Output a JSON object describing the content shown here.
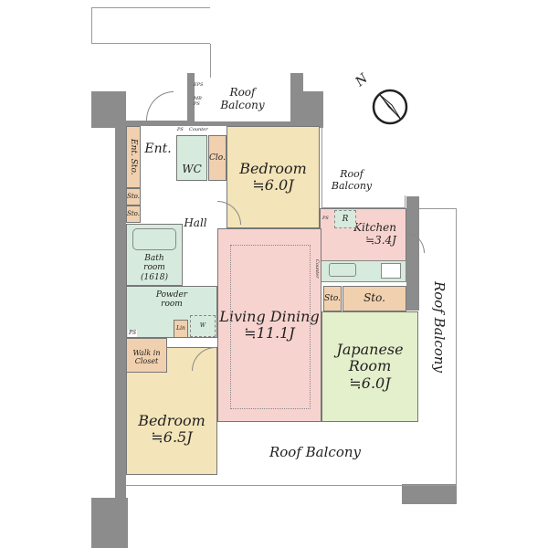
{
  "rooms": {
    "roof_balcony_top": "Roof Balcony",
    "entrance": "Ent.",
    "ent_storage": "Ent. Sto.",
    "wc": "WC",
    "closet": "Clo.",
    "bedroom1": {
      "name": "Bedroom",
      "size": "≒6.0J"
    },
    "roof_balcony_corner": "Roof Balcony",
    "storage1": "Sto.",
    "storage2": "Sto.",
    "hall": "Hall",
    "kitchen": {
      "name": "Kitchen",
      "size": "≒3.4J"
    },
    "fridge": "R",
    "bathroom": "Bath room (1618)",
    "powder_room": "Powder room",
    "linen": "Lin",
    "washer": "W",
    "living_dining": {
      "name": "Living Dining",
      "size": "≒11.1J"
    },
    "kitchen_storage_small": "Sto.",
    "kitchen_storage": "Sto.",
    "japanese_room": {
      "name": "Japanese Room",
      "size": "≒6.0J"
    },
    "walk_in_closet": "Walk in Closet",
    "bedroom2": {
      "name": "Bedroom",
      "size": "≒6.5J"
    },
    "roof_balcony_bottom": "Roof Balcony",
    "roof_balcony_right": "Roof Balcony"
  },
  "small_labels": {
    "ps": "PS",
    "counter": "Counter",
    "eps": "EPS",
    "mb_ps": "MB PS"
  },
  "compass": {
    "label": "N"
  },
  "colors": {
    "wall": "#8c8c8c",
    "bedroom": "#f3e4b9",
    "living": "#f7d3cf",
    "wet": "#d6ebdd",
    "storage": "#f0d0ae",
    "japanese": "#e4efcb"
  }
}
